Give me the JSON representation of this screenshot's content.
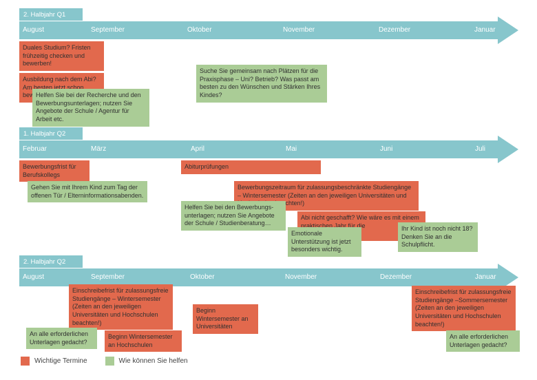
{
  "legend": {
    "items": [
      {
        "label": "Wichtige Termine",
        "type": "important",
        "color": "#E2694D"
      },
      {
        "label": "Wie können Sie helfen",
        "type": "help",
        "color": "#AACC96"
      }
    ]
  },
  "colors": {
    "arrow": "#87C6CC",
    "important": "#E2694D",
    "help": "#AACC96"
  },
  "timelines": [
    {
      "title": "2. Halbjahr Q1",
      "months": [
        "August",
        "September",
        "Oktober",
        "November",
        "Dezember",
        "Januar"
      ],
      "boxes": [
        {
          "type": "important",
          "text": "Duales Studium? Fristen frühzeitig checken und bewerben!"
        },
        {
          "type": "important",
          "text": "Ausbildung nach dem Abi? Am besten jetzt schon bewerben!"
        },
        {
          "type": "help",
          "text": "Helfen Sie bei der Recherche und den Bewerbungsunterlagen; nutzen Sie Angebote der Schule / Agentur für Arbeit etc."
        },
        {
          "type": "help",
          "text": "Suche Sie gemeinsam nach Plätzen für die Praxisphase – Uni? Betrieb? Was passt am besten zu den Wünschen und Stärken Ihres Kindes?"
        }
      ]
    },
    {
      "title": "1. Halbjahr Q2",
      "months": [
        "Februar",
        "März",
        "April",
        "Mai",
        "Juni",
        "Juli"
      ],
      "boxes": [
        {
          "type": "important",
          "text": "Bewerbungsfrist für Berufskollegs"
        },
        {
          "type": "important",
          "text": "Abiturprüfungen"
        },
        {
          "type": "help",
          "text": "Gehen Sie mit Ihrem Kind zum Tag der offenen Tür / Elterninformationsabenden."
        },
        {
          "type": "important",
          "text": "Bewerbungszeitraum für zulassungsbeschränkte Studiengänge – Wintersemester (Zeiten an den jeweiligen Universitäten und Hochschulen beachten!)"
        },
        {
          "type": "help",
          "text": "Helfen Sie bei den Bewerbungs-unterlagen; nutzen Sie Angebote der Schule / Studienberatung…"
        },
        {
          "type": "important",
          "text": "Abi nicht geschafft? Wie wäre es mit einem praktischen Jahr für die Fachhochschulreife?"
        },
        {
          "type": "help",
          "text": "Emotionale Unterstützung ist jetzt besonders wichtig."
        },
        {
          "type": "help",
          "text": "Ihr Kind ist noch nicht 18? Denken Sie an die Schulpflicht."
        }
      ]
    },
    {
      "title": "2. Halbjahr Q2",
      "months": [
        "August",
        "September",
        "Oktober",
        "November",
        "Dezember",
        "Januar"
      ],
      "boxes": [
        {
          "type": "important",
          "text": "Einschreibefrist für zulassungsfreie Studiengänge – Wintersemester (Zeiten an den jeweiligen Universitäten und Hochschulen beachten!)"
        },
        {
          "type": "important",
          "text": "Beginn Wintersemester an Universitäten"
        },
        {
          "type": "important",
          "text": "Beginn Wintersemester an Hochschulen"
        },
        {
          "type": "important",
          "text": "Einschreibefrist für zulassungsfreie Studiengänge –Sommersemester (Zeiten an den jeweiligen Universitäten und Hochschulen beachten!)"
        },
        {
          "type": "help",
          "text": "An alle erforderlichen Unterlagen gedacht?"
        },
        {
          "type": "help",
          "text": "An alle erforderlichen Unterlagen gedacht?"
        }
      ]
    }
  ]
}
